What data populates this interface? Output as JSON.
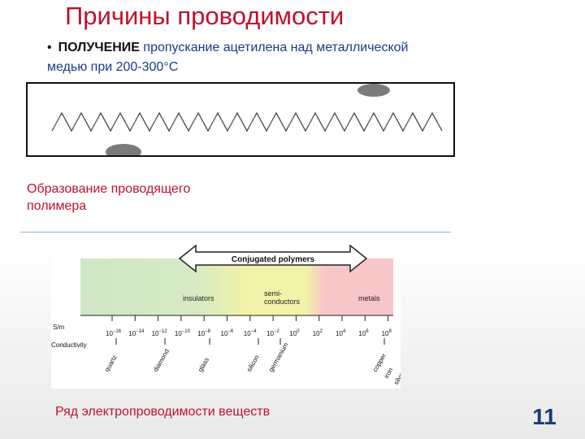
{
  "slide": {
    "title": "Причины проводимости",
    "bullet_bold": "ПОЛУЧЕНИЕ",
    "bullet_text": " пропускание ацетилена над металлической",
    "bullet_cont": "медью при 200-300°С",
    "caption_polymer": "Образование проводящего полимера",
    "caption_scale": "Ряд электропроводимости веществ",
    "page_number": "11"
  },
  "scale": {
    "header": "Conjugated polymers",
    "regions": [
      "insulators",
      "semi-\nconductors",
      "metals"
    ],
    "unit": "S/m",
    "axis_label": "Conductivity",
    "ticks": [
      "10^-16",
      "10^-14",
      "10^-12",
      "10^-10",
      "10^-8",
      "10^-6",
      "10^-4",
      "10^-2",
      "10^0",
      "10^2",
      "10^4",
      "10^6",
      "10^8"
    ],
    "materials": [
      "quartz",
      "diamond",
      "glass",
      "silicon",
      "germanium",
      "copper",
      "iron",
      "silver"
    ]
  },
  "colors": {
    "title": "#c0112a",
    "accent_blue": "#1a3a8c",
    "insulator_band": "#cfe6c4",
    "semiconductor_band": "#f2f2a8",
    "metal_band": "#f7c6c8"
  }
}
